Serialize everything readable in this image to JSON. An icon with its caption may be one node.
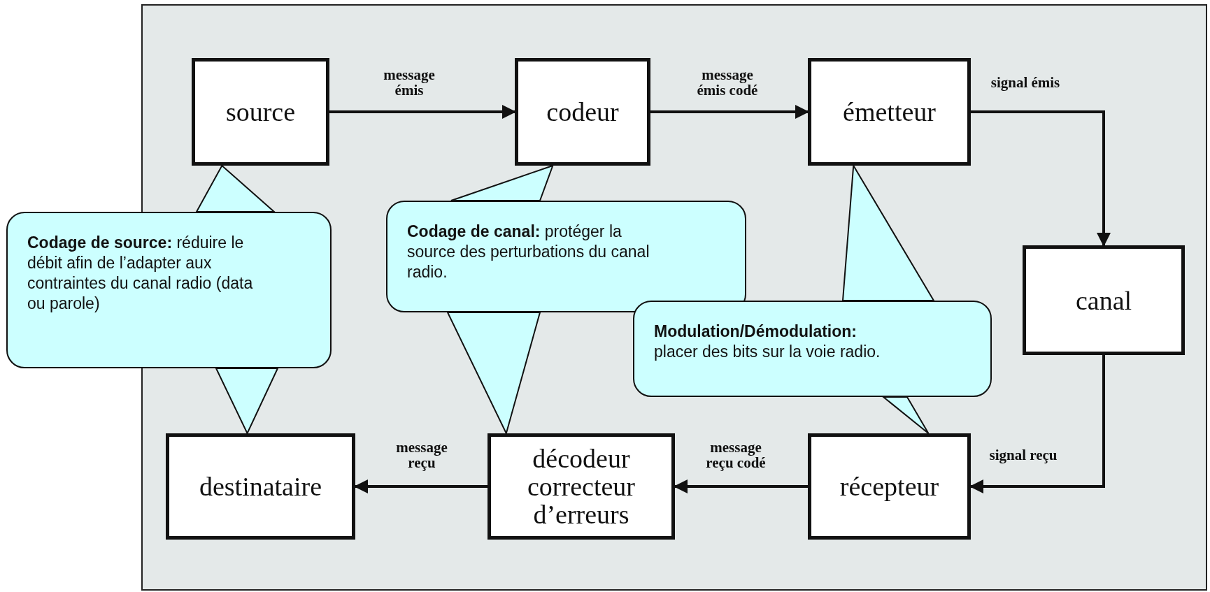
{
  "diagram": {
    "nodes": [
      {
        "text": [
          "source"
        ]
      },
      {
        "text": [
          "codeur"
        ]
      },
      {
        "text": [
          "émetteur"
        ]
      },
      {
        "text": [
          "canal"
        ]
      },
      {
        "text": [
          "récepteur"
        ]
      },
      {
        "text": [
          "décodeur correcteur d’erreurs"
        ]
      },
      {
        "text": [
          "destinataire"
        ]
      },
      {
        "text": [
          "**Codage de source:** réduire le débit afin de l’adapter aux contraintes du canal radio (data ou parole)"
        ]
      },
      {
        "text": [
          "**Codage de canal:** protéger la source des perturbations du canal radio."
        ]
      },
      {
        "text": [
          "**Modulation/Démodulation:** placer des bits sur la voie radio."
        ]
      }
    ],
    "edges": [
      {
        "from": 0,
        "to": 1,
        "arrow": "to",
        "label": "message émis"
      },
      {
        "from": 1,
        "to": 2,
        "arrow": "to",
        "label": "message émis codé"
      },
      {
        "from": 2,
        "to": 3,
        "arrow": "to",
        "label": "signal émis"
      },
      {
        "from": 3,
        "to": 4,
        "arrow": "to",
        "label": "signal reçu"
      },
      {
        "from": 4,
        "to": 5,
        "arrow": "to",
        "label": "message reçu codé"
      },
      {
        "from": 5,
        "to": 6,
        "arrow": "to",
        "label": "message reçu"
      },
      {
        "from": 7,
        "to": 0,
        "arrow": "to"
      },
      {
        "from": 7,
        "to": 6,
        "arrow": "to"
      },
      {
        "from": 8,
        "to": 1,
        "arrow": "to"
      },
      {
        "from": 8,
        "to": 5,
        "arrow": "to"
      },
      {
        "from": 9,
        "to": 2,
        "arrow": "to"
      },
      {
        "from": 9,
        "to": 4,
        "arrow": "to"
      }
    ]
  }
}
